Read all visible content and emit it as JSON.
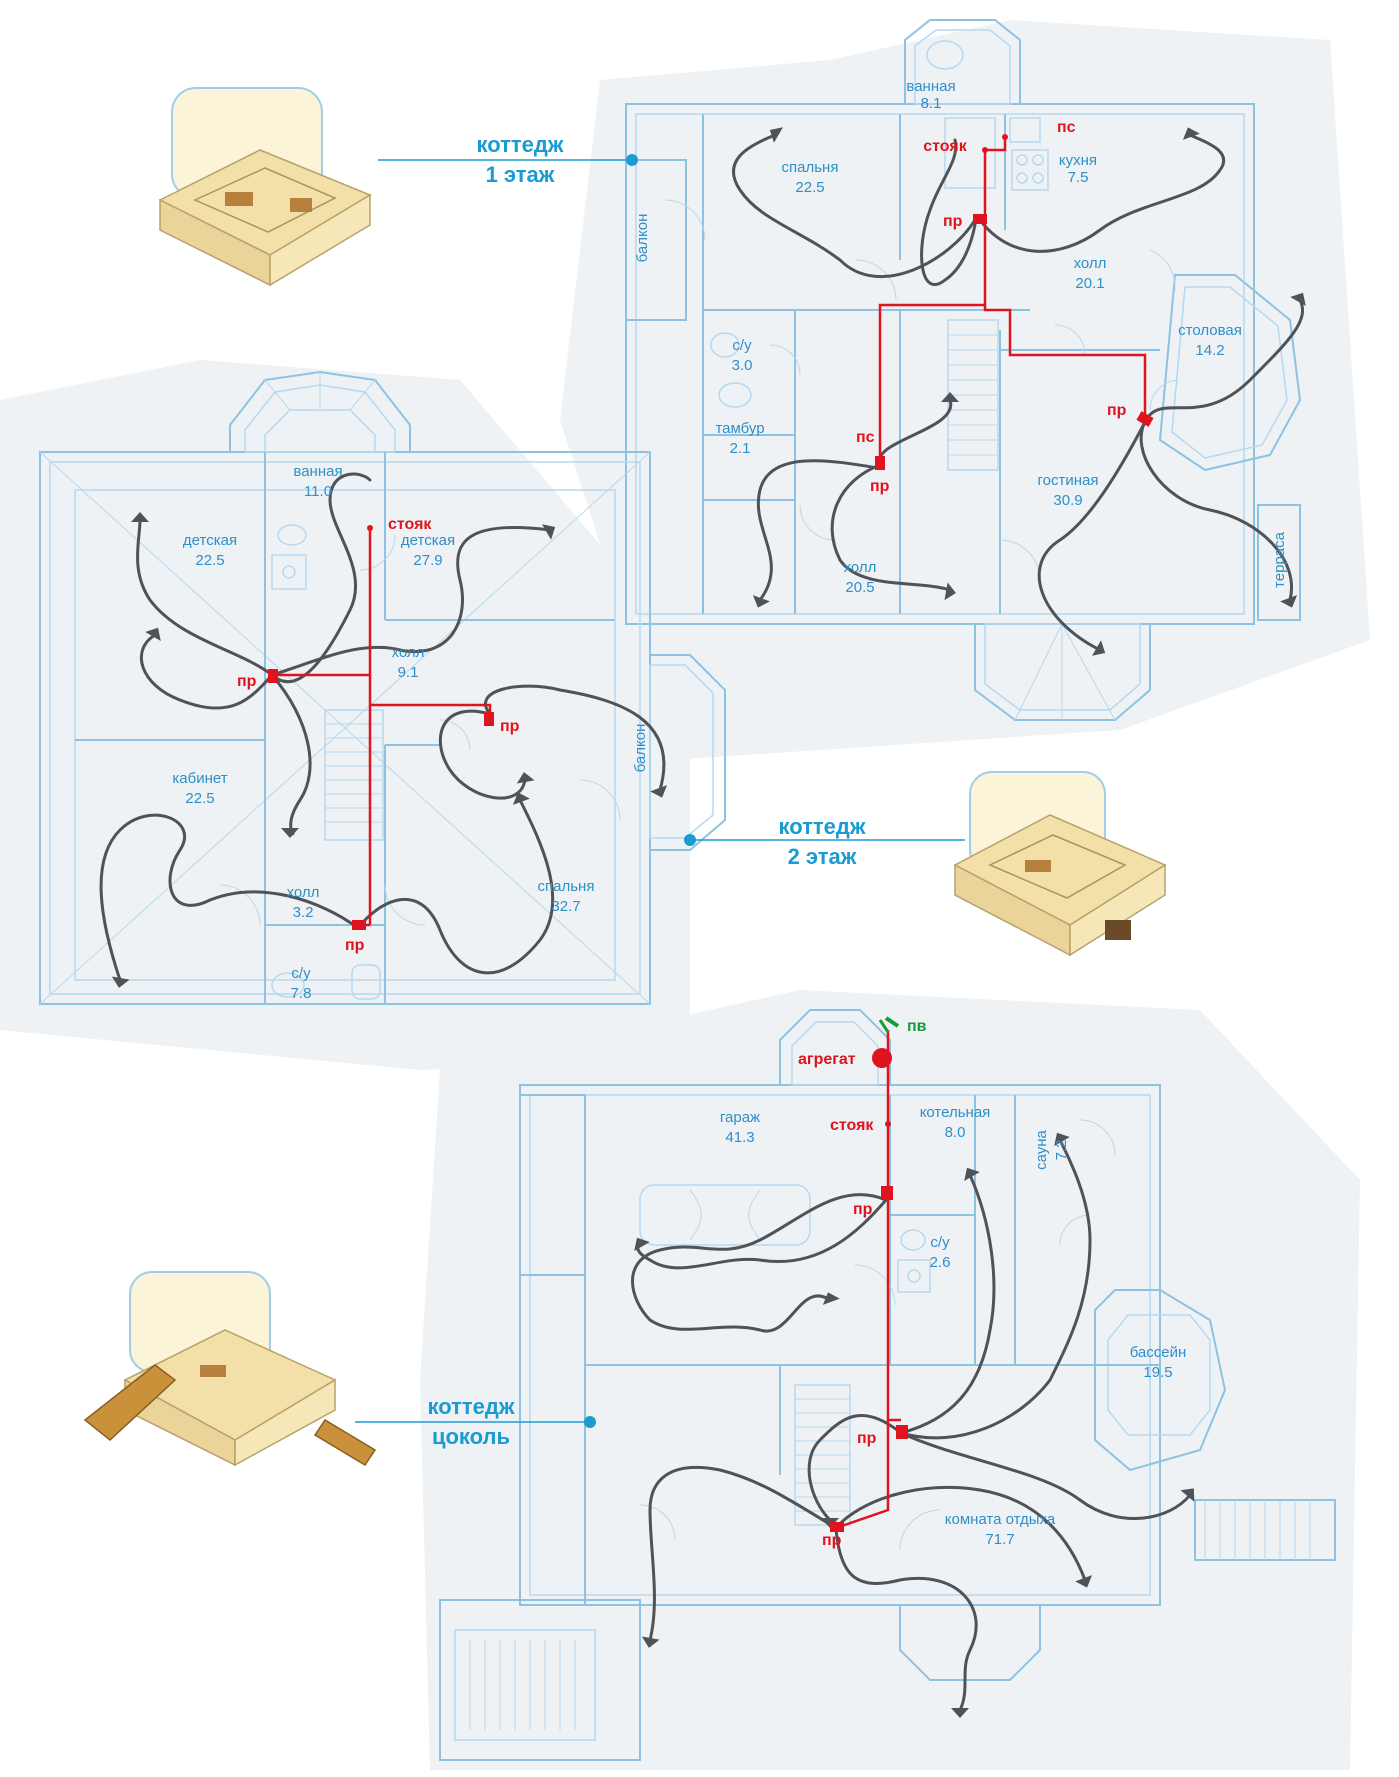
{
  "floors": {
    "f1": {
      "label_line1": "коттедж",
      "label_line2": "1 этаж",
      "rooms": {
        "bathroom": {
          "name": "ванная",
          "area": "8.1"
        },
        "bedroom": {
          "name": "спальня",
          "area": "22.5"
        },
        "kitchen": {
          "name": "кухня",
          "area": "7.5"
        },
        "hall_top": {
          "name": "холл",
          "area": "20.1"
        },
        "dining": {
          "name": "столовая",
          "area": "14.2"
        },
        "wc": {
          "name": "с/у",
          "area": "3.0"
        },
        "vestibule": {
          "name": "тамбур",
          "area": "2.1"
        },
        "hall_bottom": {
          "name": "холл",
          "area": "20.5"
        },
        "living": {
          "name": "гостиная",
          "area": "30.9"
        },
        "balcony": {
          "name": "балкон"
        },
        "terrace": {
          "name": "терраса"
        }
      },
      "markers": {
        "riser": "стояк",
        "ps_top": "пс",
        "ps_mid": "пс",
        "pr1": "пр",
        "pr2": "пр",
        "pr3": "пр"
      }
    },
    "f2": {
      "label_line1": "коттедж",
      "label_line2": "2 этаж",
      "rooms": {
        "bathroom": {
          "name": "ванная",
          "area": "11.0"
        },
        "kids1": {
          "name": "детская",
          "area": "22.5"
        },
        "kids2": {
          "name": "детская",
          "area": "27.9"
        },
        "hall_mid": {
          "name": "холл",
          "area": "9.1"
        },
        "study": {
          "name": "кабинет",
          "area": "22.5"
        },
        "hall_small": {
          "name": "холл",
          "area": "3.2"
        },
        "bedroom": {
          "name": "спальня",
          "area": "32.7"
        },
        "wc": {
          "name": "с/у",
          "area": "7.8"
        },
        "balcony": {
          "name": "балкон"
        }
      },
      "markers": {
        "riser": "стояк",
        "pr1": "пр",
        "pr2": "пр",
        "pr3": "пр"
      }
    },
    "base": {
      "label_line1": "коттедж",
      "label_line2": "цоколь",
      "rooms": {
        "garage": {
          "name": "гараж",
          "area": "41.3"
        },
        "boiler": {
          "name": "котельная",
          "area": "8.0"
        },
        "sauna": {
          "name": "сауна",
          "area": "7.2"
        },
        "wc": {
          "name": "с/у",
          "area": "2.6"
        },
        "pool": {
          "name": "бассейн",
          "area": "19.5"
        },
        "rest": {
          "name": "комната отдыха",
          "area": "71.7"
        }
      },
      "markers": {
        "unit": "агрегат",
        "pv": "пв",
        "riser": "стояк",
        "pr1": "пр",
        "pr2": "пр",
        "pr3": "пр"
      }
    }
  },
  "colors": {
    "walls": "#8ec2e2",
    "room_text": "#2f8fc8",
    "floor_label": "#1b9bd1",
    "duct_red": "#e0141e",
    "hose": "#4f5257",
    "exhaust_green": "#1a9a3a"
  },
  "icons": [
    "house-3d-icon",
    "hose-nozzle-icon",
    "vacuum-unit-icon",
    "exhaust-vent-icon"
  ]
}
